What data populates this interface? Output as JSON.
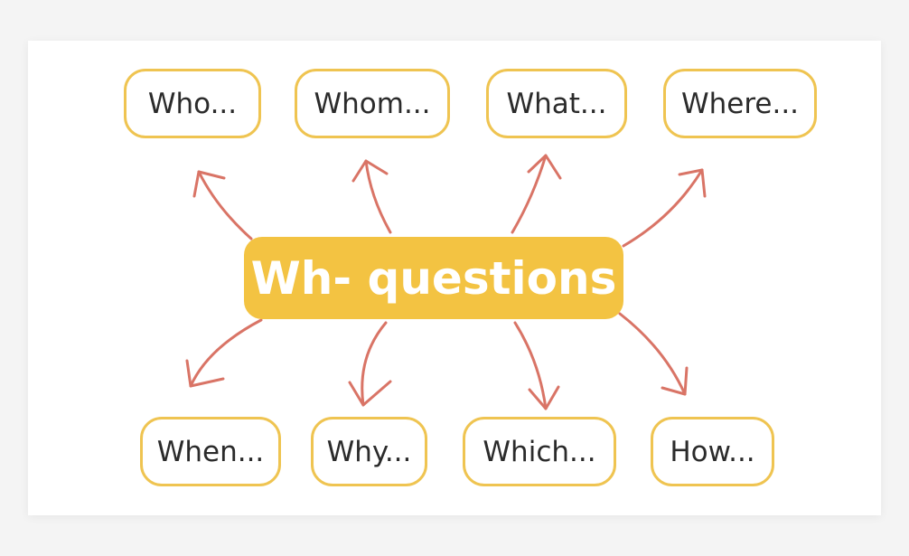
{
  "center": {
    "label": "Wh- questions"
  },
  "questions": [
    {
      "label": "Who..."
    },
    {
      "label": "Whom..."
    },
    {
      "label": "What..."
    },
    {
      "label": "Where..."
    },
    {
      "label": "When..."
    },
    {
      "label": "Why..."
    },
    {
      "label": "Which..."
    },
    {
      "label": "How..."
    }
  ],
  "colors": {
    "center_fill": "#f3c342",
    "node_border": "#efc451",
    "arrow": "#d97466"
  }
}
